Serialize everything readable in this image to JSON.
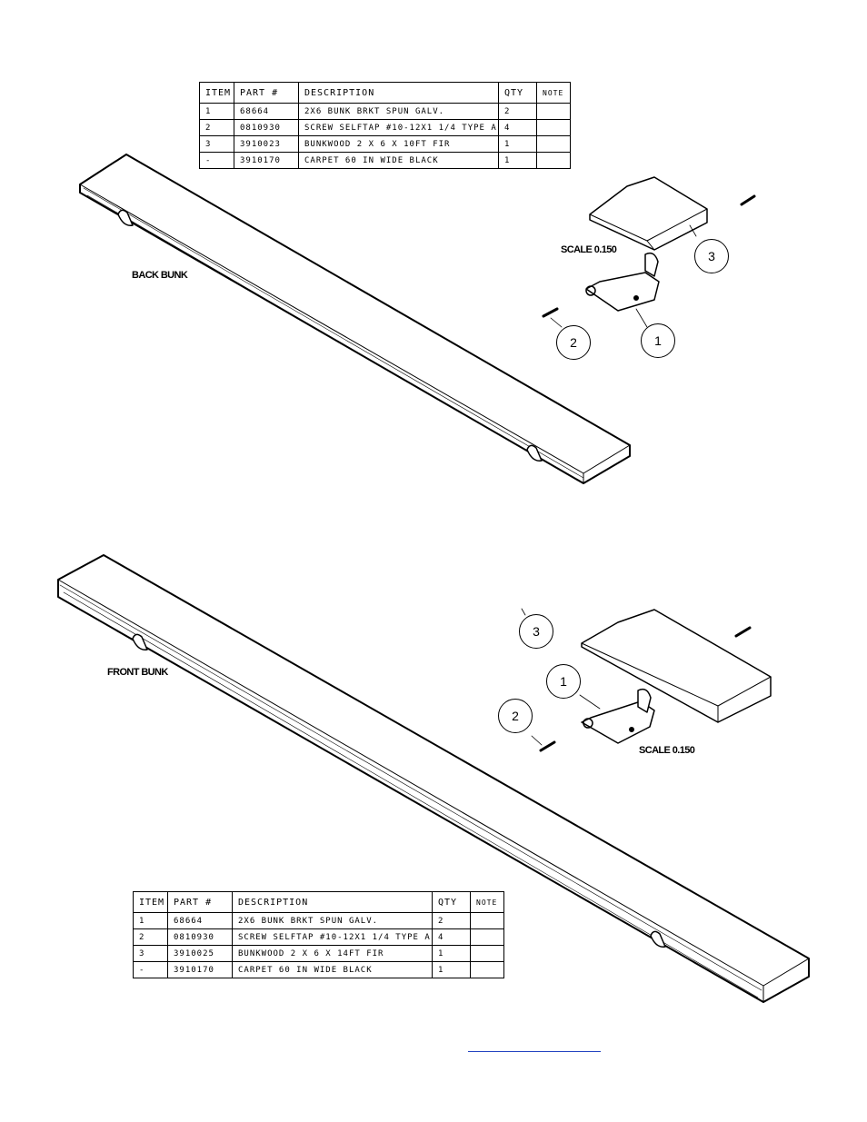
{
  "bom_top": {
    "headers": [
      "ITEM",
      "PART #",
      "DESCRIPTION",
      "QTY",
      "NOTE"
    ],
    "rows": [
      [
        "1",
        "68664",
        "2X6 BUNK BRKT SPUN GALV.",
        "2",
        ""
      ],
      [
        "2",
        "0810930",
        "SCREW SELFTAP #10-12X1 1/4 TYPE A",
        "4",
        ""
      ],
      [
        "3",
        "3910023",
        "BUNKWOOD   2 X 6 X 10FT FIR",
        "1",
        ""
      ],
      [
        "-",
        "3910170",
        "CARPET 60 IN WIDE BLACK",
        "1",
        ""
      ]
    ]
  },
  "bom_bottom": {
    "headers": [
      "ITEM",
      "PART #",
      "DESCRIPTION",
      "QTY",
      "NOTE"
    ],
    "rows": [
      [
        "1",
        "68664",
        "2X6 BUNK BRKT SPUN GALV.",
        "2",
        ""
      ],
      [
        "2",
        "0810930",
        "SCREW SELFTAP #10-12X1 1/4 TYPE A",
        "4",
        ""
      ],
      [
        "3",
        "3910025",
        "BUNKWOOD   2 X 6 X 14FT FIR",
        "1",
        ""
      ],
      [
        "-",
        "3910170",
        "CARPET 60 IN WIDE BLACK",
        "1",
        ""
      ]
    ]
  },
  "labels": {
    "back_bunk": "BACK BUNK",
    "front_bunk": "FRONT BUNK",
    "scale_top": "SCALE  0.150",
    "scale_bottom": "SCALE  0.150"
  },
  "balloons": {
    "top": [
      "1",
      "2",
      "3"
    ],
    "bottom": [
      "1",
      "2",
      "3"
    ]
  },
  "colors": {
    "ink": "#000000",
    "link": "#2040c0"
  }
}
